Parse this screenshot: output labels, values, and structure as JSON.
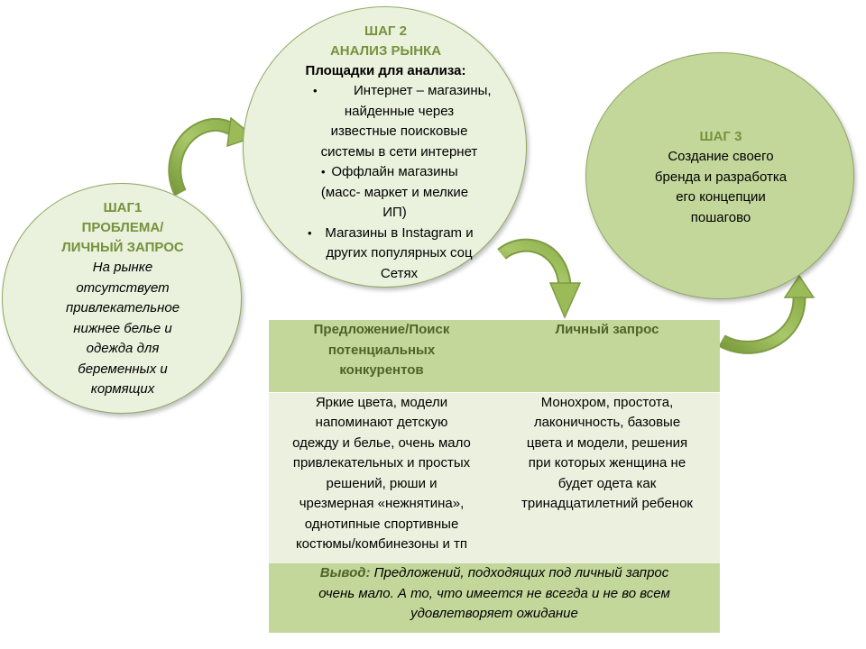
{
  "step1": {
    "title": "ШАГ1",
    "subtitle1": "ПРОБЛЕМА/",
    "subtitle2": "ЛИЧНЫЙ ЗАПРОС",
    "lines": [
      "На рынке",
      "отсутствует",
      "привлекательное",
      "нижнее белье и",
      "одежда для",
      "беременных и",
      "кормящих"
    ]
  },
  "step2": {
    "title": "ШАГ 2",
    "subtitle": "АНАЛИЗ РЫНКА",
    "heading": "Площадки для анализа:",
    "bullets": [
      {
        "lines": [
          "Интернет – магазины,",
          "найденные через",
          "известные поисковые",
          "системы в сети интернет"
        ]
      },
      {
        "lines": [
          "Оффлайн магазины",
          "(масс- маркет и мелкие",
          "ИП)"
        ]
      },
      {
        "lines": [
          "Магазины в Instagram и",
          "других популярных соц",
          "Сетях"
        ]
      }
    ]
  },
  "step3": {
    "title": "ШАГ 3",
    "lines": [
      "Создание своего",
      "бренда и разработка",
      "его концепции",
      "пошагово"
    ]
  },
  "table": {
    "col1_header": [
      "Предложение/Поиск",
      "потенциальных",
      "конкурентов"
    ],
    "col2_header": [
      "Личный запрос"
    ],
    "col1_body": [
      "Яркие цвета, модели",
      "напоминают детскую",
      "одежду и белье, очень мало",
      "привлекательных и простых",
      "решений, рюши и",
      "чрезмерная «нежнятина»,",
      "однотипные спортивные",
      "костюмы/комбинезоны и тп"
    ],
    "col2_body": [
      "Монохром, простота,",
      "лаконичность, базовые",
      "цвета и модели, решения",
      "при которых женщина не",
      "будет одета как",
      "тринадцатилетний ребенок"
    ],
    "conclusion_label": "Вывод:",
    "conclusion_lines": [
      " Предложений, подходящих под личный запрос",
      "очень мало. А то, что имеется не всегда и не во всем",
      "удовлетворяет ожидание"
    ]
  },
  "colors": {
    "accent_green": "#76923c",
    "light_green": "#eaf1dd",
    "mid_green": "#c4d79b",
    "arrow_green": "#9bbb59"
  }
}
